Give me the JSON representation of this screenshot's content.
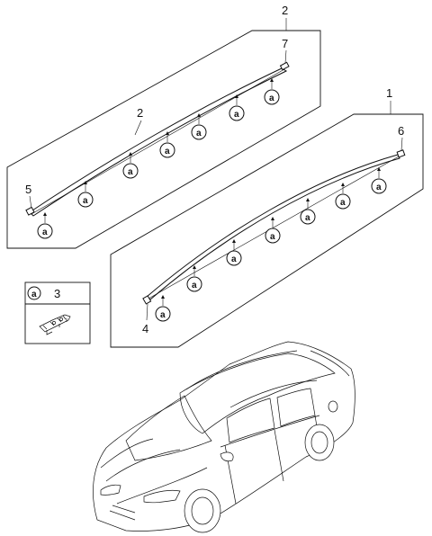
{
  "diagram": {
    "callouts": {
      "c1": "1",
      "c2_top": "2",
      "c2_inner": "2",
      "c3": "3",
      "c4": "4",
      "c5": "5",
      "c6": "6",
      "c7": "7"
    },
    "clip_label": "a"
  }
}
